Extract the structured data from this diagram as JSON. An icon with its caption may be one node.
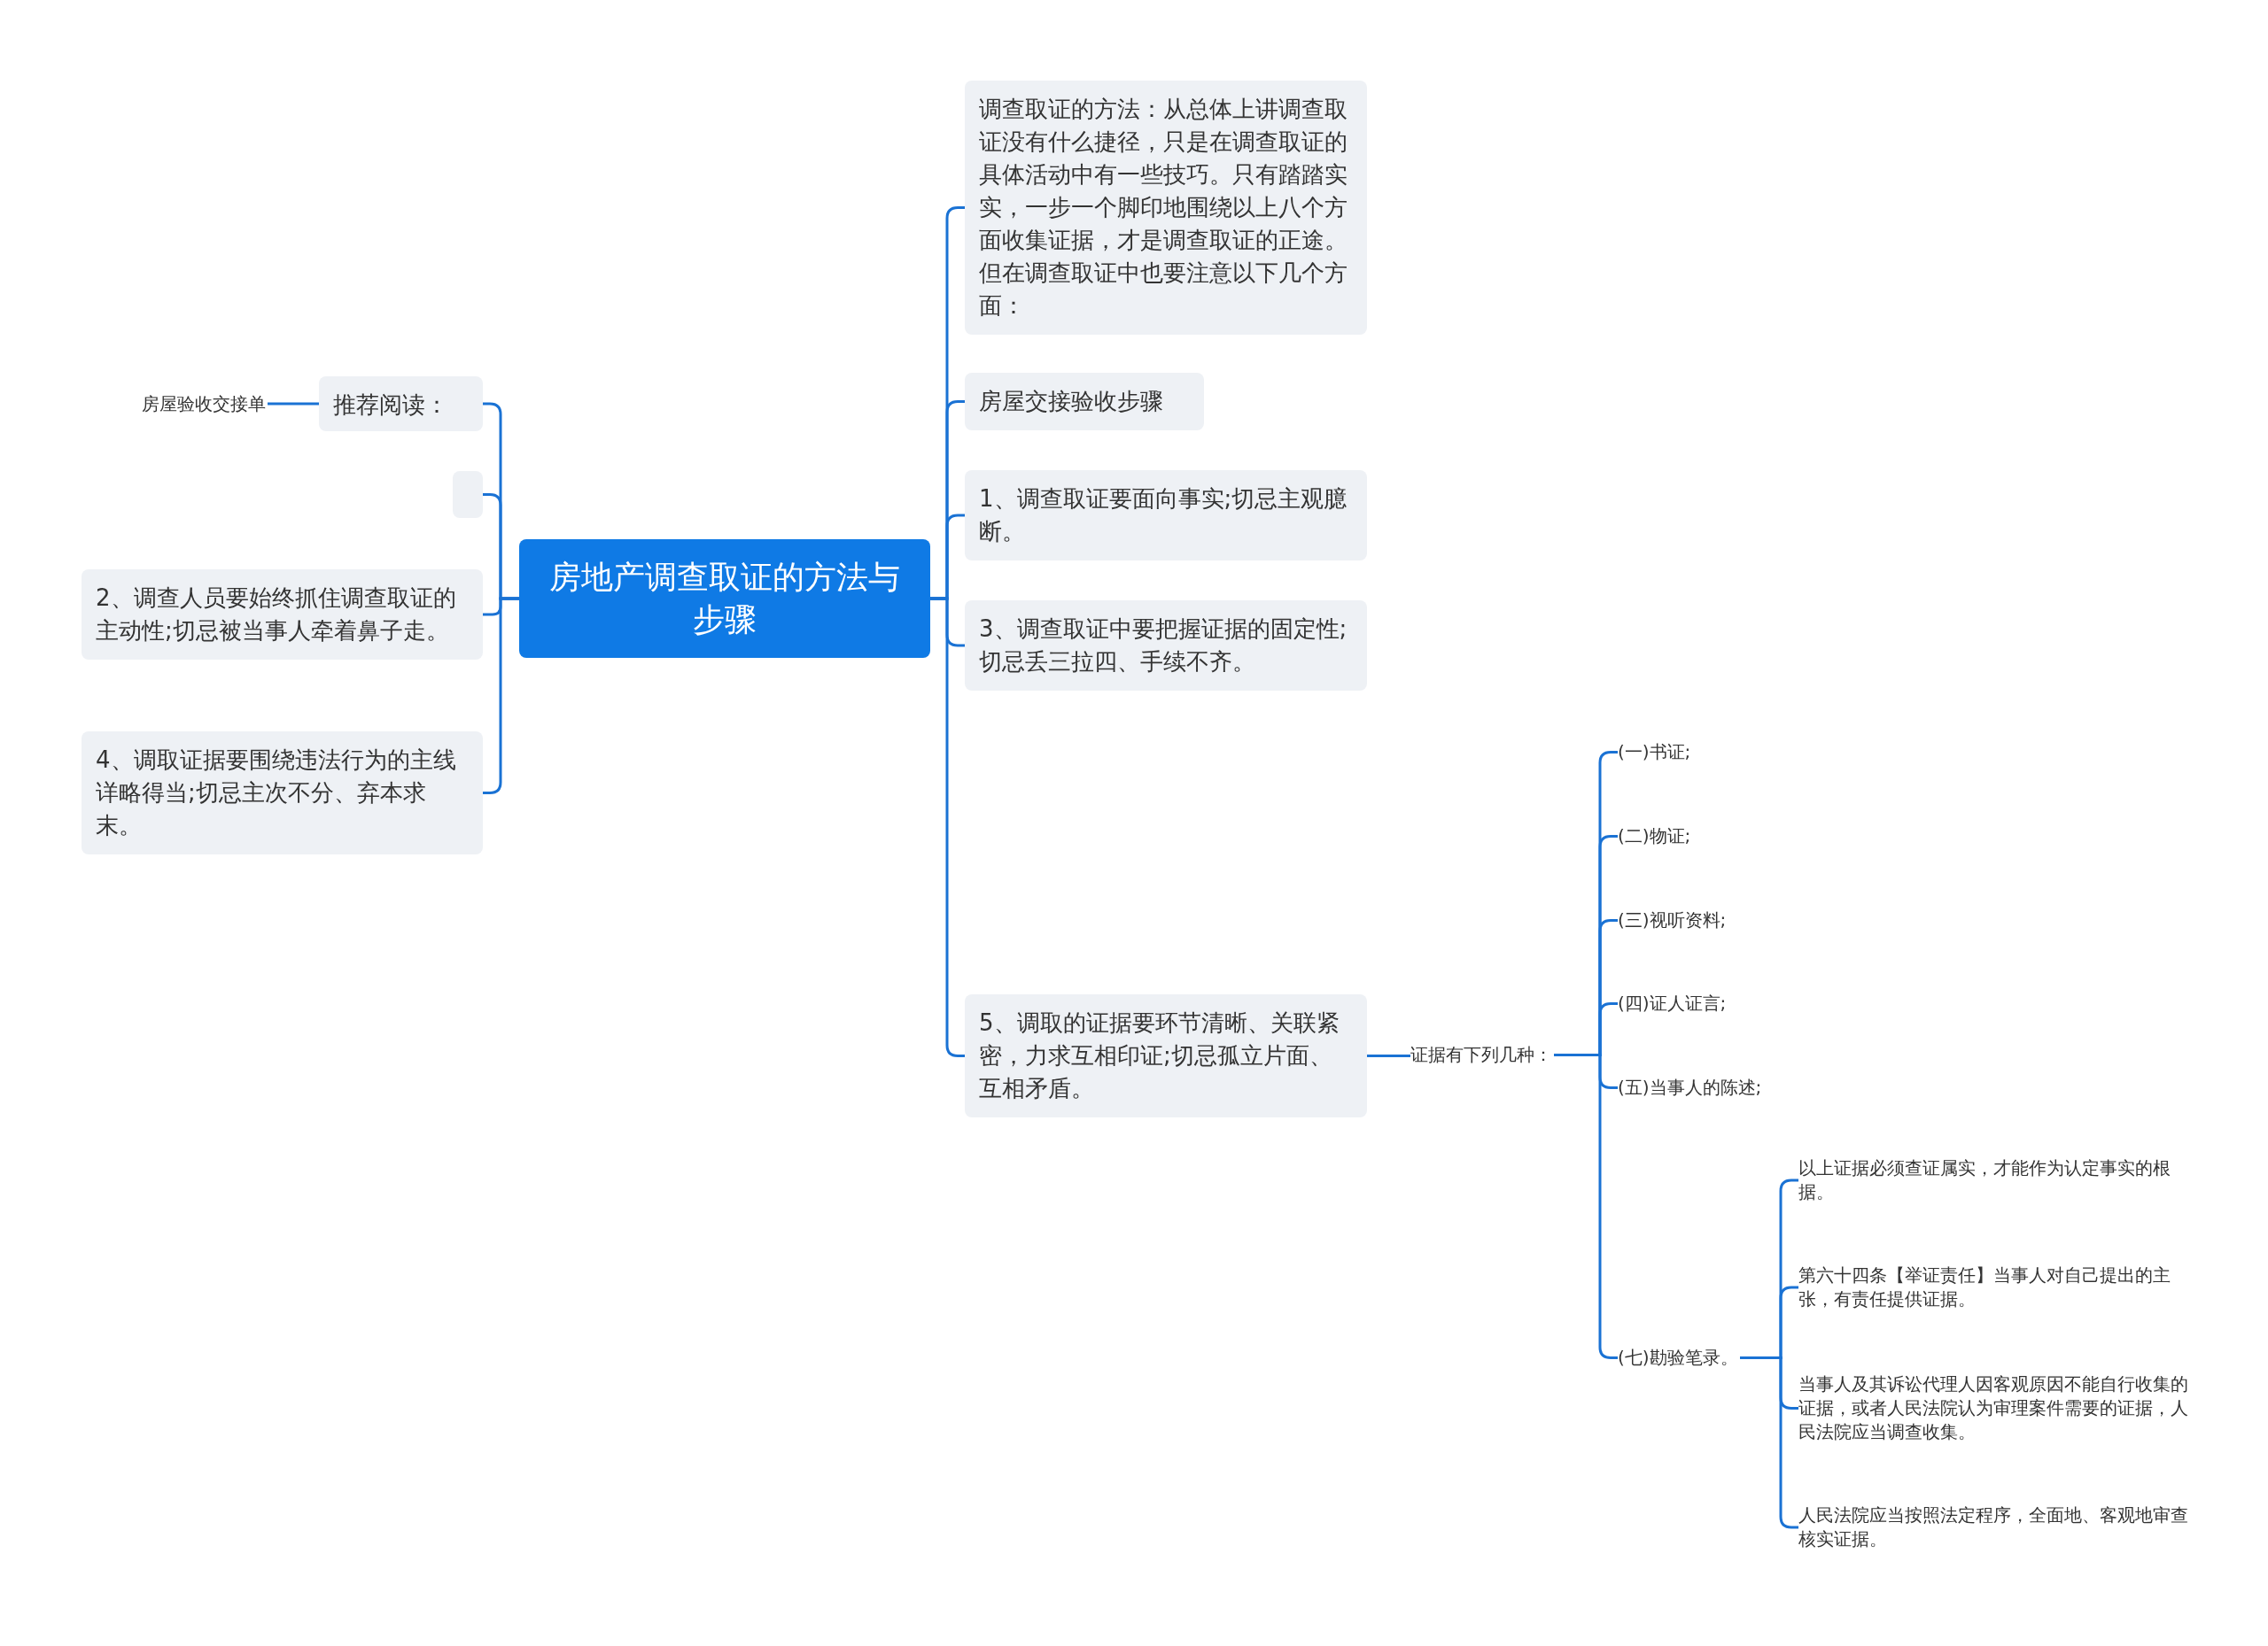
{
  "diagram": {
    "nodes": [
      {
        "text": [
          "房地产调查取证的方法与步骤"
        ]
      },
      {
        "text": [
          "推荐阅读："
        ]
      },
      {
        "text": [
          "房屋验收交接单"
        ]
      },
      {
        "text": [],
        "shape": "box"
      },
      {
        "text": [
          "2、调查人员要始终抓住调查取证的主动性;切忌被当事人牵着鼻子走。"
        ]
      },
      {
        "text": [
          "4、调取证据要围绕违法行为的主线详略得当;切忌主次不分、弃本求末。"
        ]
      },
      {
        "text": [
          "调查取证的方法：从总体上讲调查取证没有什么捷径，只是在调查取证的具体活动中有一些技巧。只有踏踏实实，一步一个脚印地围绕以上八个方面收集证据，才是调查取证的正途。但在调查取证中也要注意以下几个方面："
        ]
      },
      {
        "text": [
          "房屋交接验收步骤"
        ]
      },
      {
        "text": [
          "1、调查取证要面向事实;切忌主观臆断。"
        ]
      },
      {
        "text": [
          "3、调查取证中要把握证据的固定性;切忌丢三拉四、手续不齐。"
        ]
      },
      {
        "text": [
          "5、调取的证据要环节清晰、关联紧密，力求互相印证;切忌孤立片面、互相矛盾。"
        ]
      },
      {
        "text": [
          "证据有下列几种："
        ]
      },
      {
        "text": [
          "(一)书证;"
        ]
      },
      {
        "text": [
          "(二)物证;"
        ]
      },
      {
        "text": [
          "(三)视听资料;"
        ]
      },
      {
        "text": [
          "(四)证人证言;"
        ]
      },
      {
        "text": [
          "(五)当事人的陈述;"
        ]
      },
      {
        "text": [
          "(七)勘验笔录。"
        ]
      },
      {
        "text": [
          "以上证据必须查证属实，才能作为认定事实的根据。"
        ]
      },
      {
        "text": [
          "第六十四条【举证责任】当事人对自己提出的主张，有责任提供证据。"
        ]
      },
      {
        "text": [
          "当事人及其诉讼代理人因客观原因不能自行收集的证据，或者人民法院认为审理案件需要的证据，人民法院应当调查收集。"
        ]
      },
      {
        "text": [
          "人民法院应当按照法定程序，全面地、客观地审查核实证据。"
        ]
      }
    ],
    "edges": [
      {
        "from": 0,
        "to": 1,
        "arrow": "none"
      },
      {
        "from": 1,
        "to": 2,
        "arrow": "none"
      },
      {
        "from": 0,
        "to": 3,
        "arrow": "none"
      },
      {
        "from": 0,
        "to": 4,
        "arrow": "none"
      },
      {
        "from": 0,
        "to": 5,
        "arrow": "none"
      },
      {
        "from": 0,
        "to": 6,
        "arrow": "none"
      },
      {
        "from": 0,
        "to": 7,
        "arrow": "none"
      },
      {
        "from": 0,
        "to": 8,
        "arrow": "none"
      },
      {
        "from": 0,
        "to": 9,
        "arrow": "none"
      },
      {
        "from": 0,
        "to": 10,
        "arrow": "none"
      },
      {
        "from": 10,
        "to": 11,
        "arrow": "none"
      },
      {
        "from": 11,
        "to": 12,
        "arrow": "none"
      },
      {
        "from": 11,
        "to": 13,
        "arrow": "none"
      },
      {
        "from": 11,
        "to": 14,
        "arrow": "none"
      },
      {
        "from": 11,
        "to": 15,
        "arrow": "none"
      },
      {
        "from": 11,
        "to": 16,
        "arrow": "none"
      },
      {
        "from": 11,
        "to": 17,
        "arrow": "none"
      },
      {
        "from": 17,
        "to": 18,
        "arrow": "none"
      },
      {
        "from": 17,
        "to": 19,
        "arrow": "none"
      },
      {
        "from": 17,
        "to": 20,
        "arrow": "none"
      },
      {
        "from": 17,
        "to": 21,
        "arrow": "none"
      }
    ]
  }
}
